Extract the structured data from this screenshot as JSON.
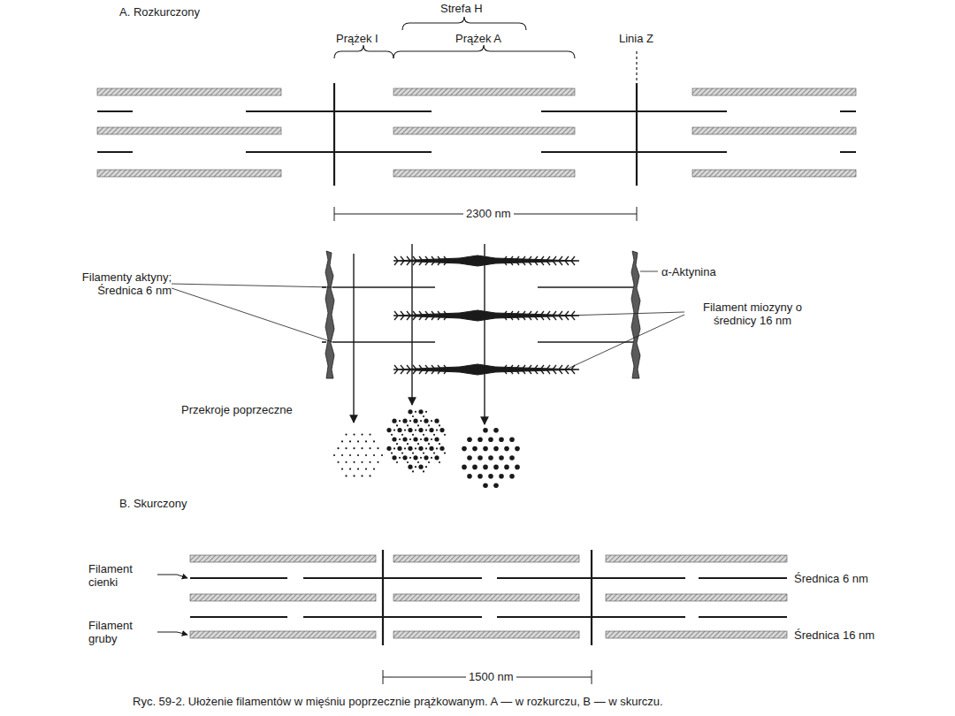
{
  "diagram": {
    "caption": "Ryc. 59-2. Ułożenie filamentów w mięśniu poprzecznie prążkowanym. A — w rozkurczu, B — w skurczu.",
    "labels": [
      "A. Rozkurczony",
      "Strefa H",
      "Prążek I",
      "Prążek A",
      "Linia Z",
      "2300 nm",
      "α-Aktynina",
      "Filamenty aktyny; Średnica 6 nm",
      "Filament miozyny o średnicy 16 nm",
      "Przekroje poprzeczne",
      "B. Skurczony",
      "Filament cienki",
      "Filament gruby",
      "Średnica 6 nm",
      "Średnica 16 nm",
      "1500 nm"
    ]
  }
}
